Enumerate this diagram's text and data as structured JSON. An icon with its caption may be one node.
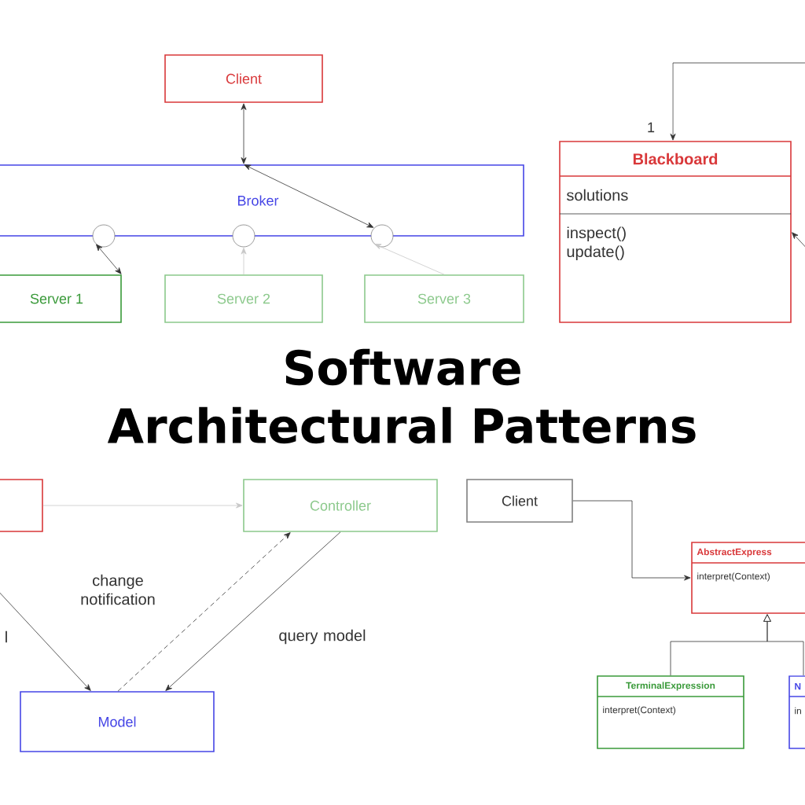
{
  "diagram": {
    "title": "Software Architectural Patterns",
    "nodes": [
      {
        "text": [
          "Client"
        ]
      },
      {
        "text": [
          "Broker"
        ]
      },
      {
        "text": [],
        "shape": "circle",
        "in": 1
      },
      {
        "text": [],
        "shape": "circle",
        "in": 1
      },
      {
        "text": [],
        "shape": "circle",
        "in": 1
      },
      {
        "text": [
          "Server 1"
        ]
      },
      {
        "text": [
          "Server 2"
        ]
      },
      {
        "text": [
          "Server 3"
        ]
      },
      {
        "text": [
          "Blackboard",
          "solutions",
          "inspect() update()"
        ]
      },
      {
        "text": [],
        "shape": "box"
      },
      {
        "text": [
          "Controller"
        ]
      },
      {
        "text": [
          "Model"
        ]
      },
      {
        "text": [
          "Client"
        ]
      },
      {
        "text": [
          "AbstractExpress",
          "interpret(Context)"
        ]
      },
      {
        "text": [
          "TerminalExpression",
          "interpret(Context)"
        ]
      },
      {
        "text": [
          "N",
          "in"
        ]
      }
    ],
    "edges": [
      {
        "from": 0,
        "to": 1,
        "arrow": "both"
      },
      {
        "from": 1,
        "to": 4,
        "arrow": "both"
      },
      {
        "from": 5,
        "to": 2,
        "arrow": "both"
      },
      {
        "from": 6,
        "to": 3,
        "arrow": "to",
        "color": "#c8c8c8"
      },
      {
        "from": 7,
        "to": 4,
        "arrow": "to",
        "color": "#c8c8c8"
      },
      {
        "from": 9,
        "to": 10,
        "arrow": "to",
        "color": "#c8c8c8"
      },
      {
        "from": null,
        "to": 11,
        "arrow": "to"
      },
      {
        "from": 11,
        "to": 10,
        "arrow": "to",
        "style": "dashed",
        "label": "change notification"
      },
      {
        "from": 10,
        "to": 11,
        "arrow": "to",
        "label": "query model"
      },
      {
        "from": null,
        "to": 8,
        "arrow": "to",
        "label": "1"
      },
      {
        "from": null,
        "to": 8,
        "arrow": "to"
      },
      {
        "from": 12,
        "to": 13,
        "arrow": "to"
      },
      {
        "from": 14,
        "to": 13,
        "arrow": "to"
      },
      {
        "from": 15,
        "to": 13,
        "arrow": "to"
      }
    ],
    "labels": [
      "l"
    ]
  }
}
